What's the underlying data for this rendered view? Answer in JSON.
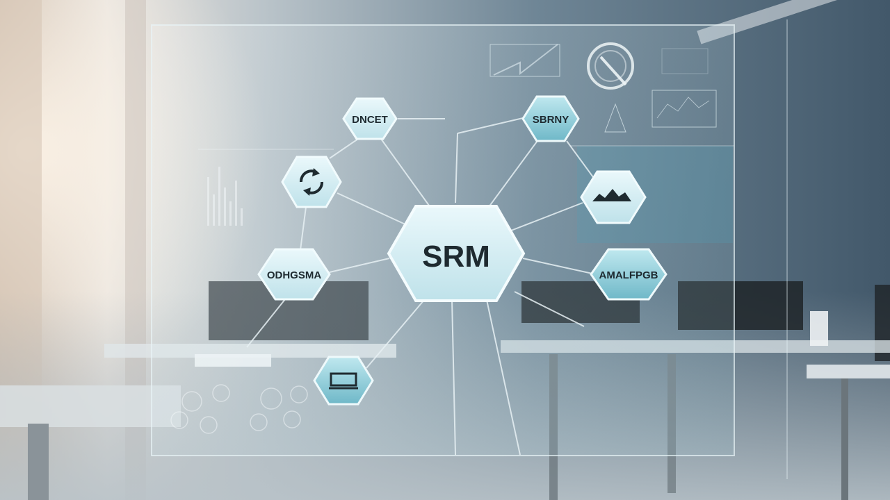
{
  "diagram": {
    "center_label": "SRM",
    "nodes": [
      {
        "id": "top-left",
        "label": "DNCET"
      },
      {
        "id": "top-right",
        "label": "SBRNY"
      },
      {
        "id": "mid-left",
        "label": "ODHGSMA"
      },
      {
        "id": "mid-right",
        "label": "AMALFPGB"
      }
    ],
    "icon_nodes": [
      {
        "id": "cycle",
        "icon": "cycle-icon"
      },
      {
        "id": "chart",
        "icon": "mountain-chart-icon"
      },
      {
        "id": "device",
        "icon": "device-icon"
      }
    ],
    "colors": {
      "node_fill": "#d8eef2",
      "node_stroke": "#eaf7fa",
      "center_fill": "#cbe9ef",
      "link": "#e6f0f3",
      "label": "#1e2a30"
    }
  }
}
